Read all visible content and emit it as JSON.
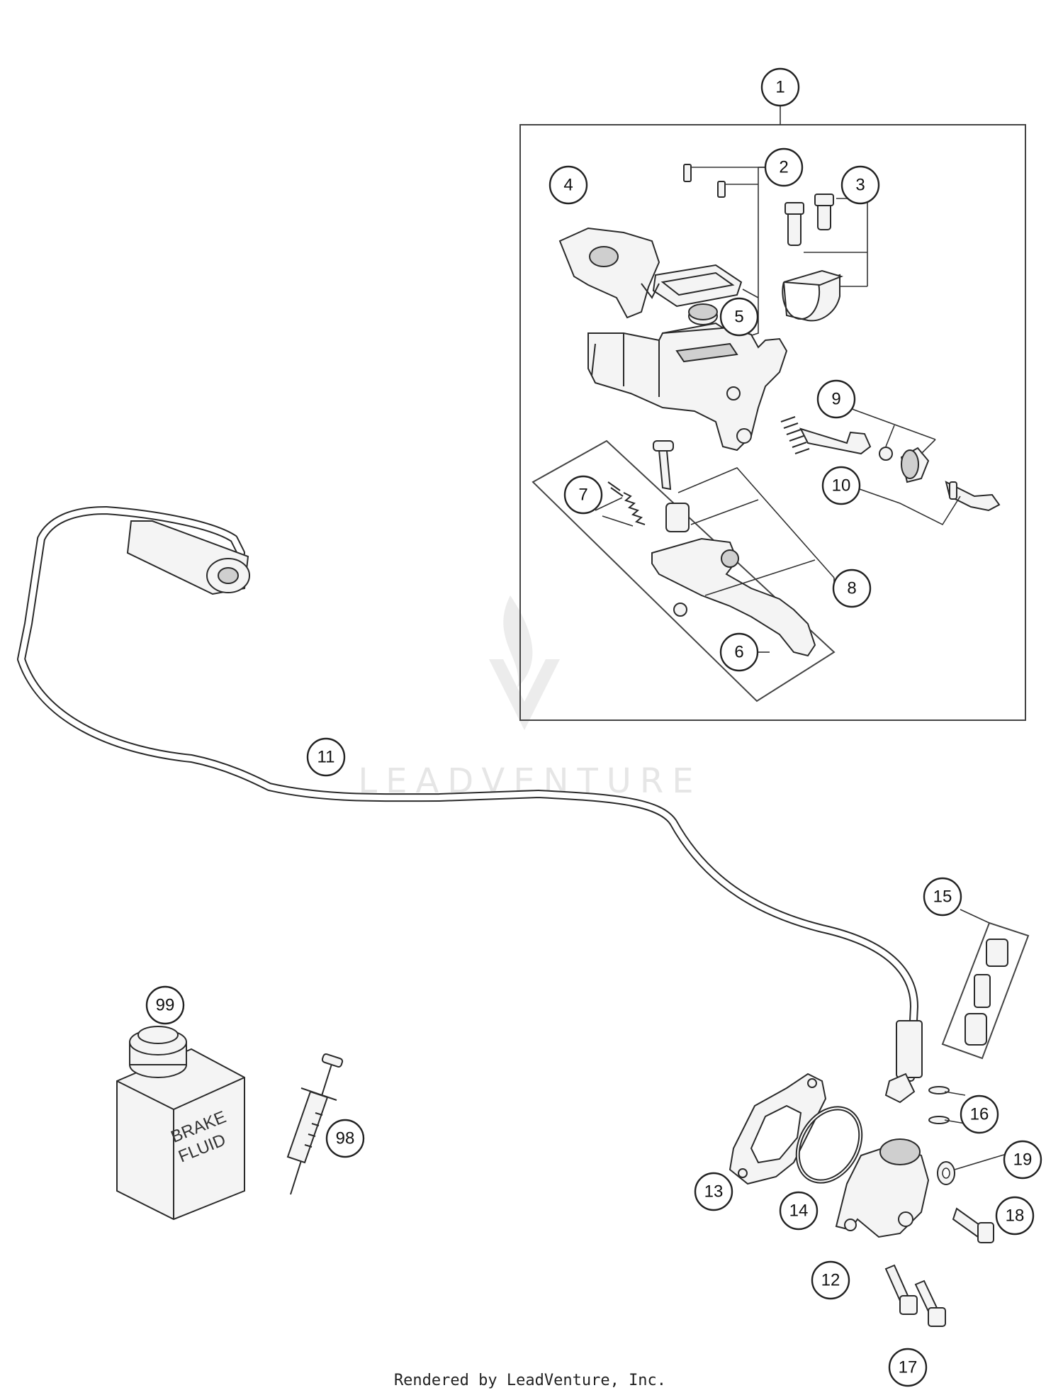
{
  "diagram": {
    "callouts": {
      "c1": "1",
      "c2": "2",
      "c3": "3",
      "c4": "4",
      "c5": "5",
      "c6": "6",
      "c7": "7",
      "c8": "8",
      "c9": "9",
      "c10": "10",
      "c11": "11",
      "c12": "12",
      "c13": "13",
      "c14": "14",
      "c15": "15",
      "c16": "16",
      "c17": "17",
      "c18": "18",
      "c19": "19",
      "c98": "98",
      "c99": "99"
    },
    "bottle_label_line1": "BRAKE",
    "bottle_label_line2": "FLUID",
    "watermark": "LEADVENTURE",
    "footer": "Rendered by LeadVenture, Inc."
  }
}
